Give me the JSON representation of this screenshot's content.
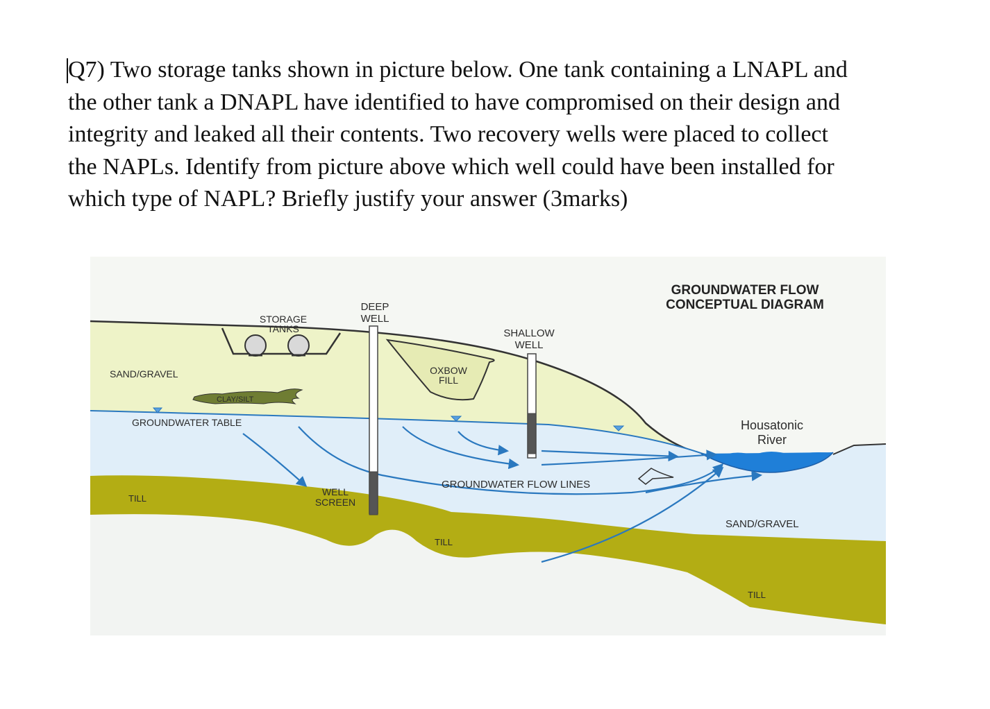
{
  "question": {
    "lines": [
      "Q7) Two storage tanks shown in picture below. One tank containing a LNAPL and",
      "the other tank a DNAPL have identified to have compromised on their design and",
      "integrity and leaked all their contents. Two recovery wells were placed to collect",
      "the NAPLs. Identify from picture above which well could have been installed for",
      "which type of NAPL? Briefly justify your answer (3marks)"
    ]
  },
  "diagram": {
    "title_line1": "GROUNDWATER FLOW",
    "title_line2": "CONCEPTUAL DIAGRAM",
    "labels": {
      "storage_tanks_1": "STORAGE",
      "storage_tanks_2": "TANKS",
      "deep_well_1": "DEEP",
      "deep_well_2": "WELL",
      "shallow_well_1": "SHALLOW",
      "shallow_well_2": "WELL",
      "oxbow_1": "OXBOW",
      "oxbow_2": "FILL",
      "sand_gravel_left": "SAND/GRAVEL",
      "clay_silt": "CLAY/SILT",
      "groundwater_table": "GROUNDWATER TABLE",
      "river_1": "Housatonic",
      "river_2": "River",
      "flow_lines": "GROUNDWATER FLOW LINES",
      "well_screen_1": "WELL",
      "well_screen_2": "SCREEN",
      "till_left": "TILL",
      "till_mid": "TILL",
      "sand_gravel_right": "SAND/GRAVEL",
      "till_right": "TILL"
    },
    "colors": {
      "unsaturated_zone": "#eef3c8",
      "saturated_zone": "#e0eef9",
      "till": "#b3ad14",
      "bedrock": "#f2f4f2",
      "river": "#1f7fd8",
      "flow_line": "#2a78bf",
      "clay": "#6f7d33"
    }
  }
}
